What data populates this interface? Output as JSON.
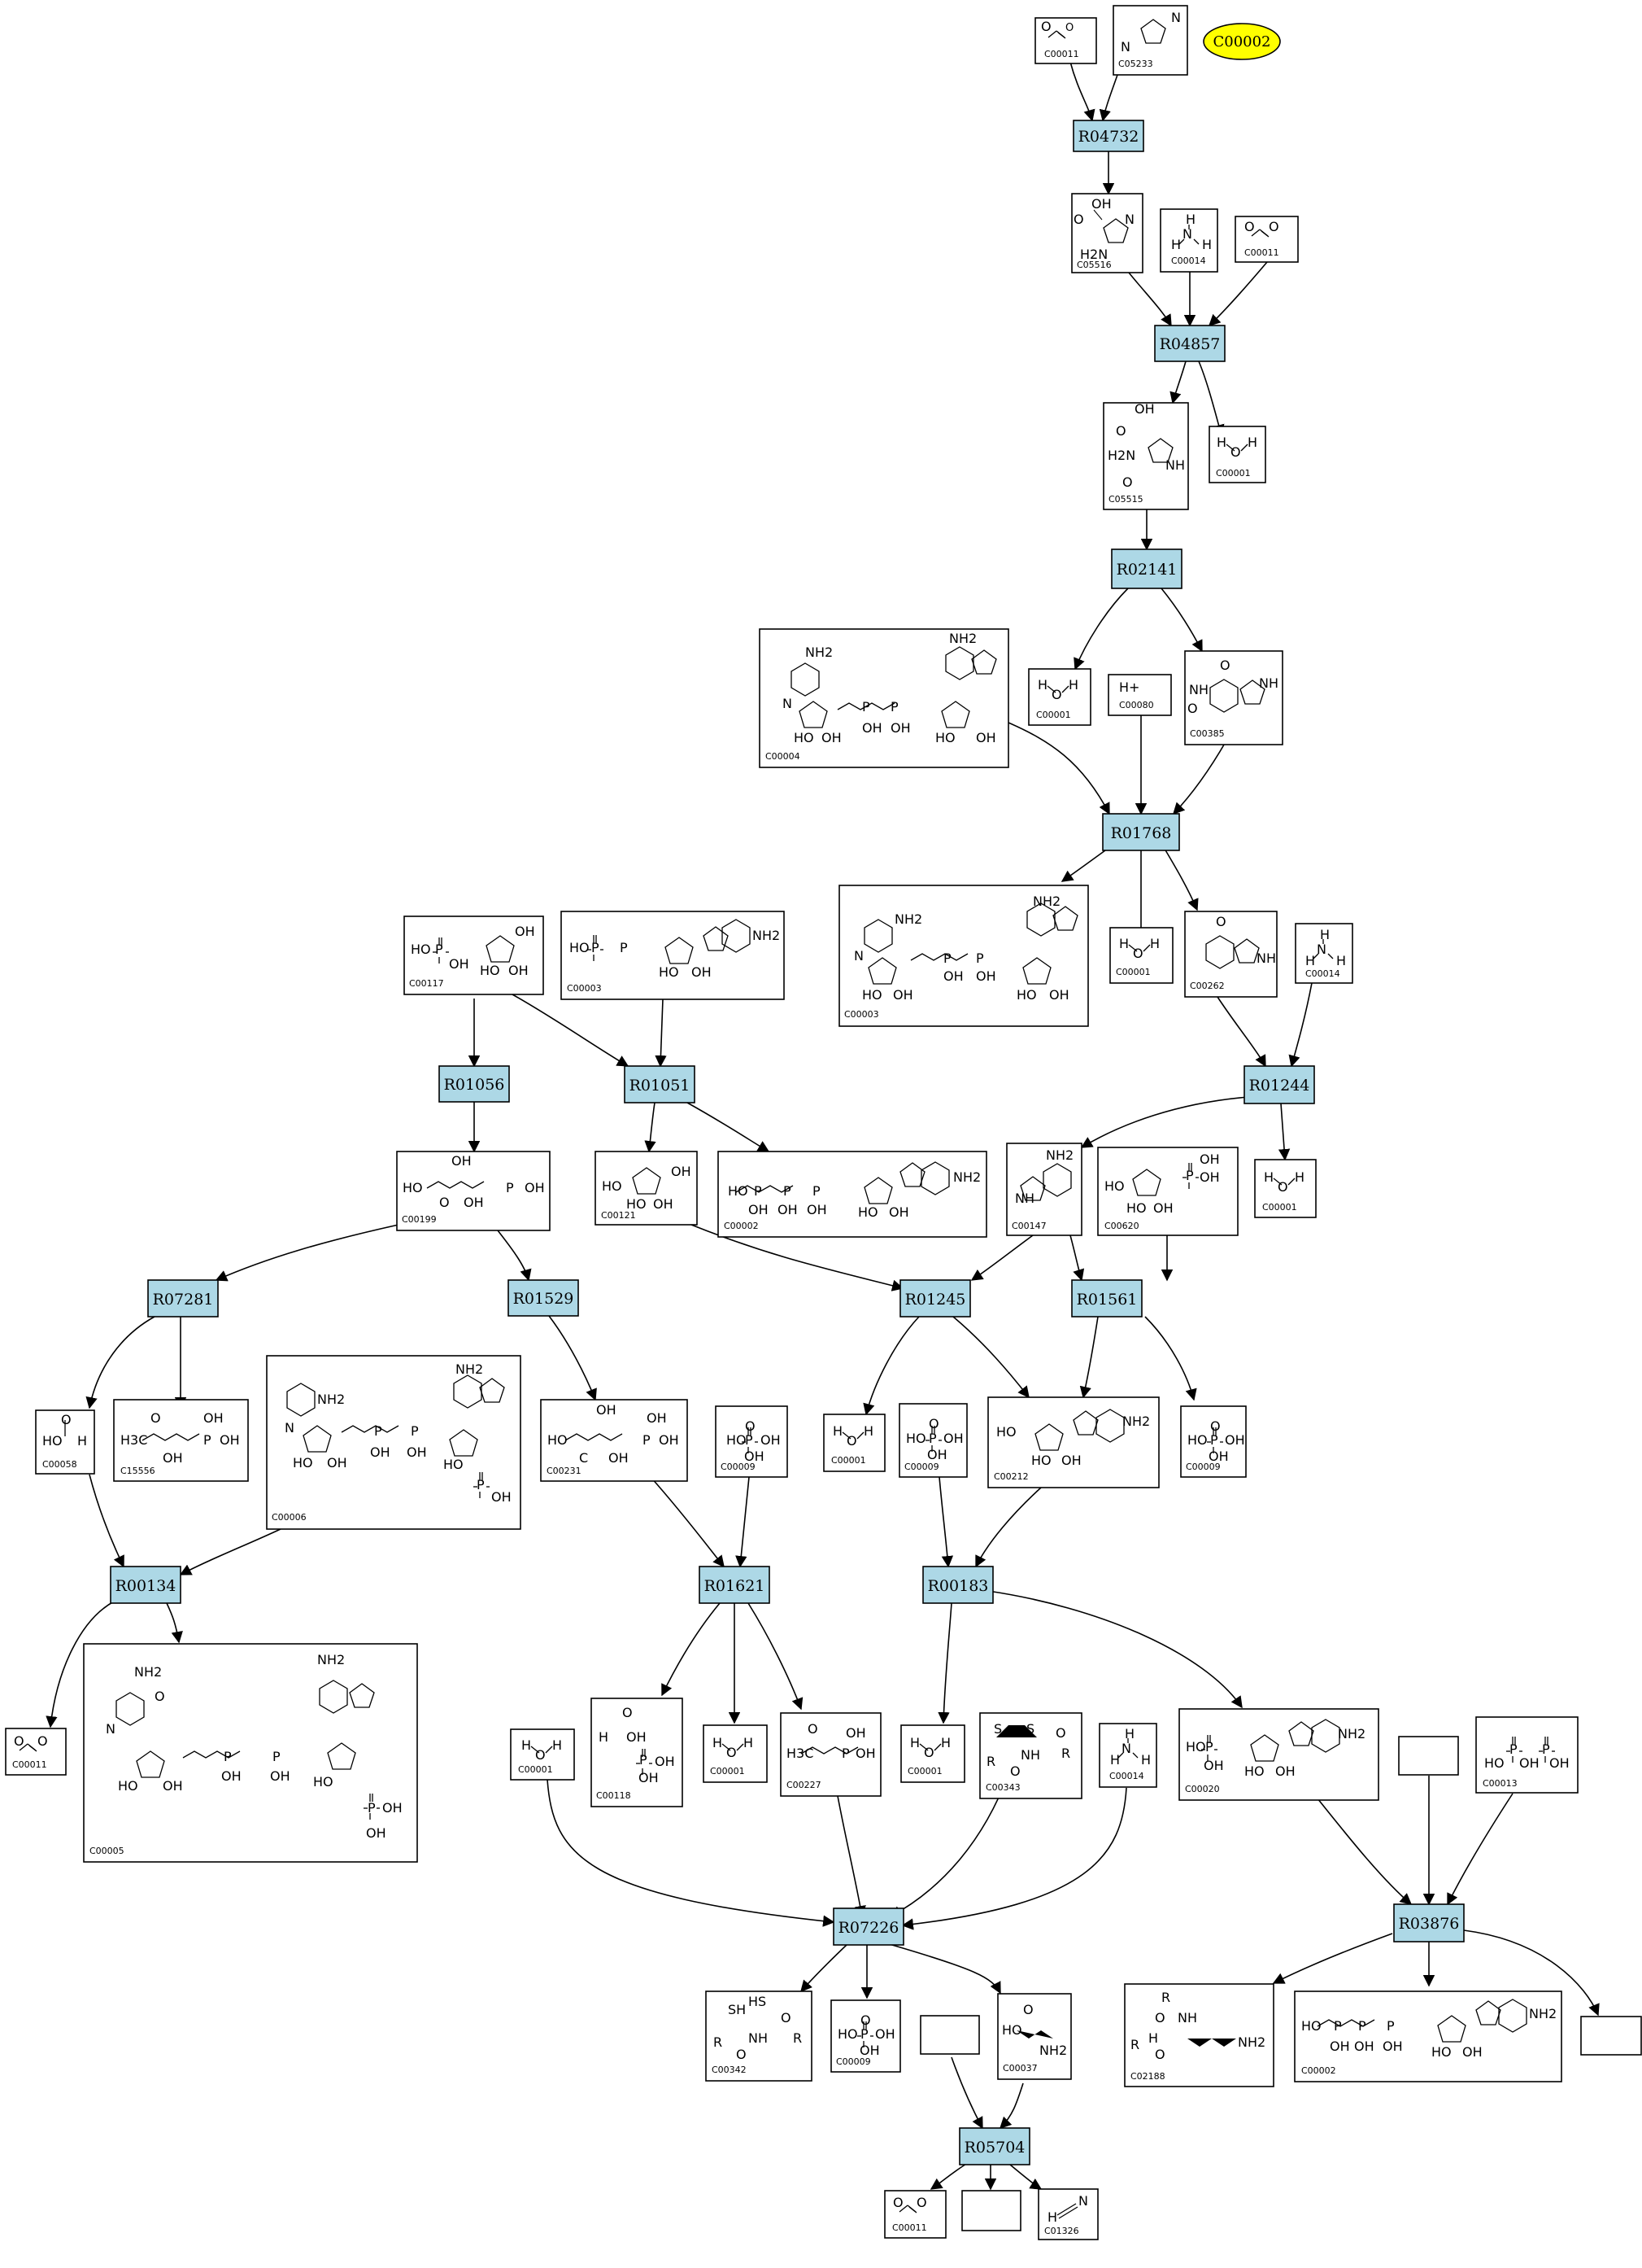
{
  "highlight": {
    "label": "C00002",
    "color": "#ffff00"
  },
  "colors": {
    "reaction_fill": "#add8e6",
    "compound_fill": "#ffffff",
    "stroke": "#000000"
  },
  "reactions": {
    "R04732": "R04732",
    "R04857": "R04857",
    "R02141": "R02141",
    "R01768": "R01768",
    "R01056": "R01056",
    "R01051": "R01051",
    "R01244": "R01244",
    "R07281": "R07281",
    "R01529": "R01529",
    "R01245": "R01245",
    "R01561": "R01561",
    "R00134": "R00134",
    "R01621": "R01621",
    "R00183": "R00183",
    "R07226": "R07226",
    "R03876": "R03876",
    "R05704": "R05704"
  },
  "compounds": {
    "c00011a": "C00011",
    "c05233": "C05233",
    "c05516": "C05516",
    "c00014a": "C00014",
    "c00011b": "C00011",
    "c05515": "C05515",
    "c00001a": "C00001",
    "c00004": "C00004",
    "c00001b": "C00001",
    "c00080": "C00080",
    "c00385": "C00385",
    "c00117": "C00117",
    "c00003a": "C00003",
    "c00003b": "C00003",
    "c00001c": "C00001",
    "c00262": "C00262",
    "c00014b": "C00014",
    "c00199": "C00199",
    "c00121": "C00121",
    "c00002a": "C00002",
    "c00147": "C00147",
    "c00620": "C00620",
    "c00001d": "C00001",
    "c00058": "C00058",
    "c15556": "C15556",
    "c00006": "C00006",
    "c00231": "C00231",
    "c00009a": "C00009",
    "c00001e": "C00001",
    "c00009b": "C00009",
    "c00212": "C00212",
    "c00009c": "C00009",
    "c00011c": "C00011",
    "c00005": "C00005",
    "c00001f": "C00001",
    "c00118": "C00118",
    "c00001g": "C00001",
    "c00227": "C00227",
    "c00001h": "C00001",
    "c00343": "C00343",
    "c00014c": "C00014",
    "c00020": "C00020",
    "c00013": "C00013",
    "c00342": "C00342",
    "c00009d": "C00009",
    "c00037": "C00037",
    "c02188": "C02188",
    "c00002b": "C00002",
    "c00011d": "C00011",
    "c01326": "C01326"
  },
  "atoms": {
    "O": "O",
    "OH": "OH",
    "HO": "HO",
    "H": "H",
    "N": "N",
    "NH": "NH",
    "NH2": "NH2",
    "H2N": "H2N",
    "P": "P",
    "Hplus": "H+",
    "R": "R",
    "S": "S",
    "SH": "SH",
    "HS": "HS",
    "H3C": "H3C",
    "C": "C"
  }
}
